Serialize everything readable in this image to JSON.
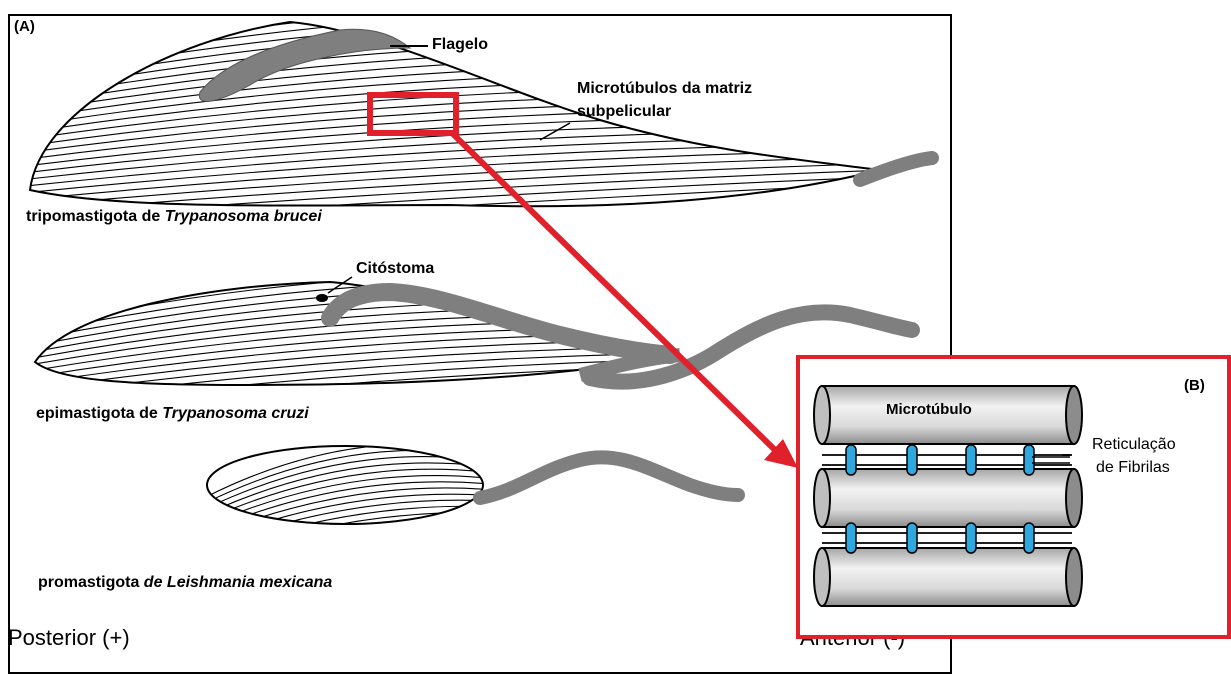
{
  "panelA": {
    "tag": "(A)",
    "labels": {
      "flagelo": "Flagelo",
      "microtubulos_line1": "Microtúbulos da matriz",
      "microtubulos_line2": "subpelicular",
      "citostoma": "Citóstoma"
    },
    "organisms": [
      {
        "stage": "tripomastigota de ",
        "species": "Trypanosoma brucei"
      },
      {
        "stage": "epimastigota de ",
        "species": "Trypanosoma cruzi"
      },
      {
        "stage": "promastigota ",
        "species": "de Leishmania mexicana"
      }
    ],
    "posterior": "Posterior (+)",
    "anterior": "Anterior (-)"
  },
  "panelB": {
    "tag": "(B)",
    "microtubule_label": "Microtúbulo",
    "fibril_label_line1": "Reticulação",
    "fibril_label_line2": "de Fibrilas"
  },
  "colors": {
    "highlight": "#e0202a",
    "flagellum": "#7f7f7f",
    "fibril": "#2fa8e0",
    "microtubule_light": "#f2f2f2",
    "microtubule_dark": "#a6a6a6"
  }
}
